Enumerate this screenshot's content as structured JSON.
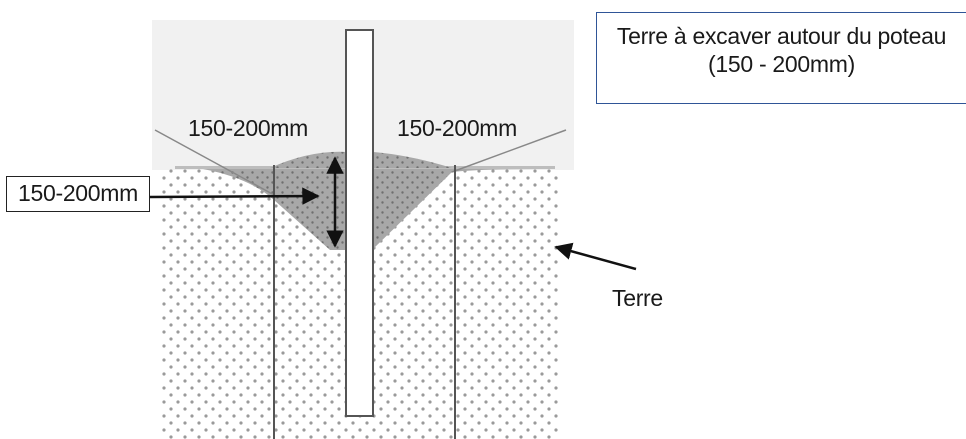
{
  "labels": {
    "left_width": "150-200mm",
    "right_width": "150-200mm",
    "depth": "150-200mm",
    "soil": "Terre"
  },
  "callout": {
    "line1": "Terre à excaver autour du poteau",
    "line2": "(150 - 200mm)"
  },
  "colors": {
    "soil_dots": "#9a9a9a",
    "excavation_fill": "#a8a8a8",
    "frame_border": "#2f5597",
    "post_fill": "#ffffff",
    "ink": "#222222"
  }
}
